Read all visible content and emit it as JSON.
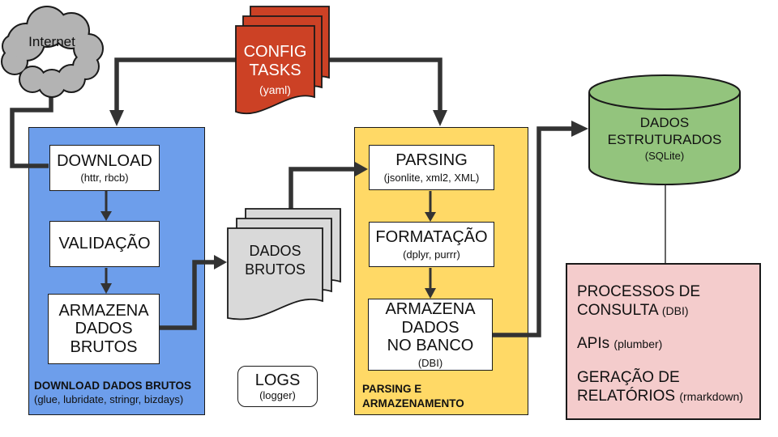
{
  "colors": {
    "blue_group": "#6d9eeb",
    "yellow_group": "#ffd966",
    "red_doc": "#cc4125",
    "green_db": "#93c47d",
    "pink_box": "#f4cccc",
    "gray_doc": "#d9d9d9",
    "cloud_gray": "#b3b3b3",
    "line": "#333333",
    "white": "#ffffff"
  },
  "internet": {
    "label": "Internet"
  },
  "config_tasks": {
    "line1": "CONFIG",
    "line2": "TASKS",
    "sub": "(yaml)"
  },
  "download_group": {
    "caption_title": "DOWNLOAD DADOS BRUTOS",
    "caption_sub": "(glue, lubridate, stringr, bizdays)",
    "download": {
      "title": "DOWNLOAD",
      "sub": "(httr, rbcb)"
    },
    "validacao": {
      "title": "VALIDAÇÃO"
    },
    "armazena": {
      "line1": "ARMAZENA",
      "line2": "DADOS",
      "line3": "BRUTOS"
    }
  },
  "dados_brutos": {
    "line1": "DADOS",
    "line2": "BRUTOS"
  },
  "logs": {
    "title": "LOGS",
    "sub": "(logger)"
  },
  "parsing_group": {
    "caption_line1": "PARSING E",
    "caption_line2": "ARMAZENAMENTO",
    "parsing": {
      "title": "PARSING",
      "sub": "(jsonlite, xml2, XML)"
    },
    "formatacao": {
      "title": "FORMATAÇÃO",
      "sub": "(dplyr, purrr)"
    },
    "armazena_banco": {
      "line1": "ARMAZENA",
      "line2": "DADOS",
      "line3": "NO BANCO",
      "sub": "(DBI)"
    }
  },
  "dados_estruturados": {
    "line1": "DADOS",
    "line2": "ESTRUTURADOS",
    "sub": "(SQLite)"
  },
  "outputs": {
    "processos": {
      "line1": "PROCESSOS DE",
      "line2": "CONSULTA",
      "sub": "(DBI)"
    },
    "apis": {
      "line1": "APIs",
      "sub": "(plumber)"
    },
    "relatorios": {
      "line1": "GERAÇÃO DE",
      "line2": "RELATÓRIOS",
      "sub": "(rmarkdown)"
    }
  }
}
